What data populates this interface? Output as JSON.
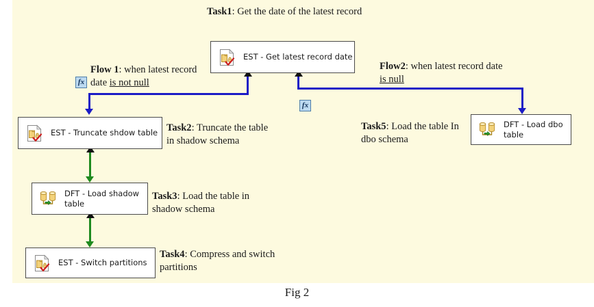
{
  "figure": {
    "caption": "Fig 2",
    "background_color": "#fdfadf",
    "box_border_color": "#4a4a4a",
    "precedence_blue": "#1b1bc6",
    "precedence_green": "#1f8a1f"
  },
  "tasks": [
    {
      "id": "task1",
      "annotation_title": "Task1",
      "annotation_sep": ": ",
      "annotation_text": "Get the date of the latest record",
      "box_label": "EST - Get latest record date",
      "icon": "est-icon"
    },
    {
      "id": "task2",
      "annotation_title": "Task2",
      "annotation_sep": ": ",
      "annotation_text": "Truncate the table in shadow schema",
      "box_label": "EST - Truncate shdow table",
      "icon": "est-icon"
    },
    {
      "id": "task3",
      "annotation_title": "Task3",
      "annotation_sep": ": ",
      "annotation_text": "Load the table in shadow schema",
      "box_label": "DFT - Load shadow table",
      "icon": "dft-icon"
    },
    {
      "id": "task4",
      "annotation_title": "Task4",
      "annotation_sep": ": ",
      "annotation_text": "Compress and switch partitions",
      "box_label": "EST - Switch partitions",
      "icon": "est-icon"
    },
    {
      "id": "task5",
      "annotation_title": "Task5",
      "annotation_sep": ": ",
      "annotation_text": "Load the table In dbo schema",
      "box_label": "DFT - Load dbo table",
      "icon": "dft-icon"
    }
  ],
  "flows": [
    {
      "id": "flow1",
      "title": "Flow 1",
      "sep": ": ",
      "text_plain": "when latest record date ",
      "text_underlined": "is not null",
      "badge": "fx"
    },
    {
      "id": "flow2",
      "title": "Flow2",
      "sep": ": ",
      "text_plain": "when latest record date ",
      "text_underlined": "is null",
      "badge": "fx"
    }
  ],
  "badges": {
    "fx_label": "fx"
  }
}
